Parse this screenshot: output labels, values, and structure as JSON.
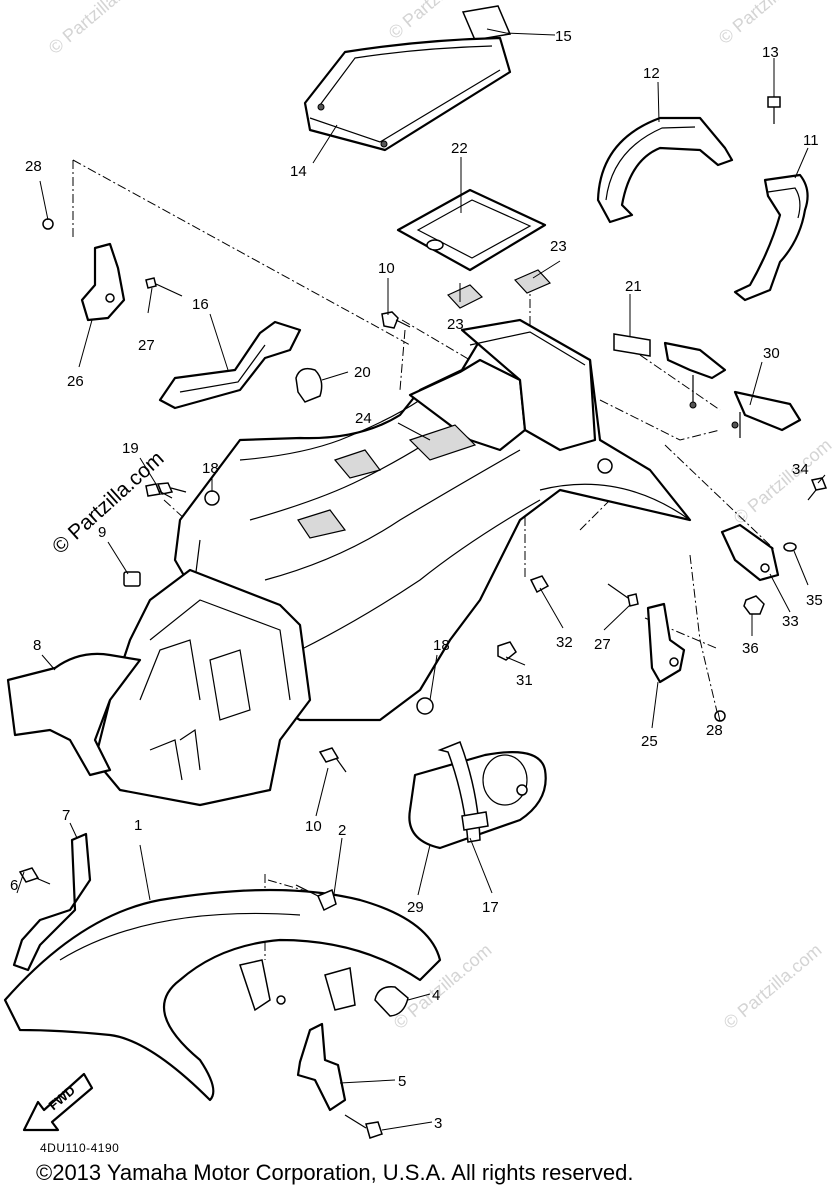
{
  "diagram_code": "4DU110-4190",
  "copyright": "©2013 Yamaha Motor Corporation, U.S.A. All rights reserved.",
  "watermark": "© Partzilla.com",
  "fwd_label": "FWD",
  "callouts": {
    "p1": "1",
    "p2": "2",
    "p3": "3",
    "p4": "4",
    "p5": "5",
    "p6": "6",
    "p7": "7",
    "p8": "8",
    "p9": "9",
    "p10a": "10",
    "p10b": "10",
    "p11": "11",
    "p12": "12",
    "p13": "13",
    "p14": "14",
    "p15": "15",
    "p16": "16",
    "p17": "17",
    "p18a": "18",
    "p18b": "18",
    "p19": "19",
    "p20": "20",
    "p21": "21",
    "p22": "22",
    "p23a": "23",
    "p23b": "23",
    "p24": "24",
    "p25": "25",
    "p26": "26",
    "p27a": "27",
    "p27b": "27",
    "p28a": "28",
    "p28b": "28",
    "p29": "29",
    "p30": "30",
    "p31": "31",
    "p32": "32",
    "p33": "33",
    "p34": "34",
    "p35": "35",
    "p36": "36"
  }
}
